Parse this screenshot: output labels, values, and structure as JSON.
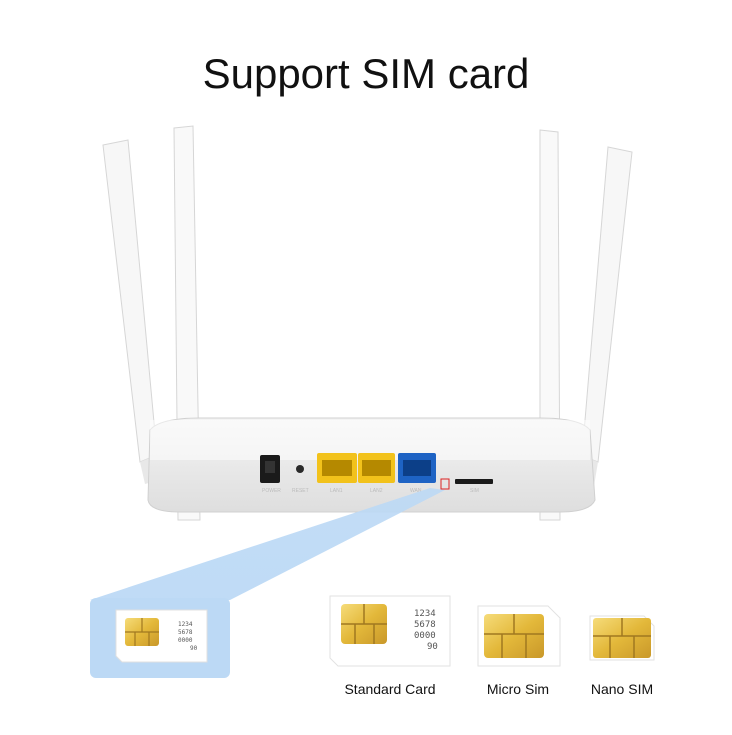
{
  "title": "Support SIM card",
  "router": {
    "port_labels": [
      "POWER",
      "RESET",
      "LAN1",
      "LAN2",
      "WAN",
      "SIM"
    ]
  },
  "sim_cards": [
    {
      "caption": "Standard Card",
      "numbers": [
        "1234",
        "5678",
        "0000",
        "90"
      ]
    },
    {
      "caption": "Micro Sim"
    },
    {
      "caption": "Nano SIM"
    }
  ],
  "highlight_card": {
    "numbers": [
      "1234",
      "5678",
      "0000",
      "90"
    ]
  },
  "colors": {
    "lan_port": "#f2c21b",
    "wan_port": "#1e63c4",
    "highlight": "#bcd9f5",
    "chip_gold": "#e8c24a"
  }
}
